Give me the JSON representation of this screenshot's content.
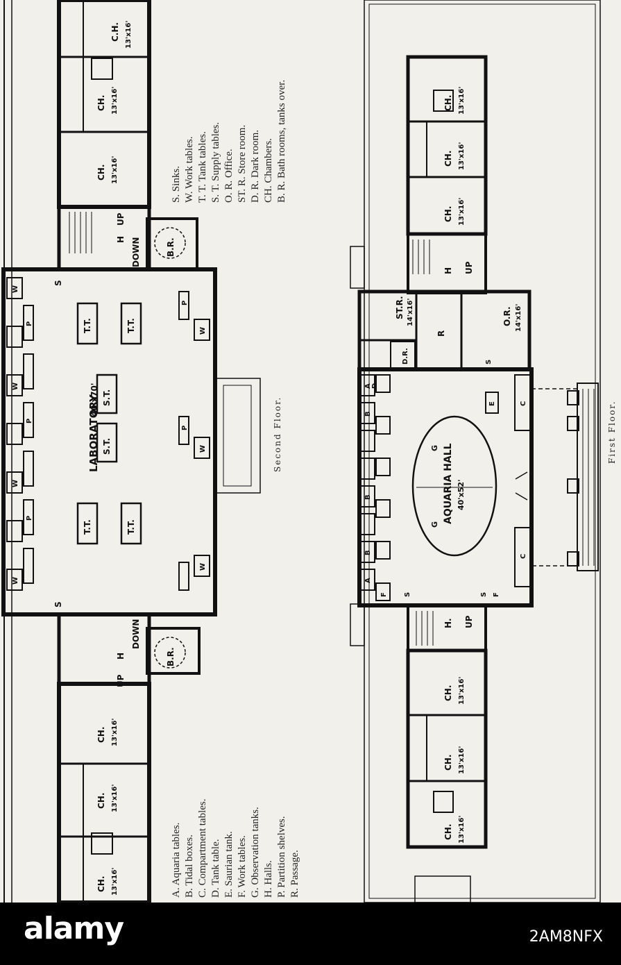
{
  "second_floor": {
    "caption": "Second Floor.",
    "laboratory_label": "LABORATORY",
    "laboratory_size": "40'x70'",
    "chamber_labels": [
      "C.H.",
      "CH.",
      "CH.",
      "CH.",
      "CH.",
      "CH."
    ],
    "chamber_sizes": [
      "13'x16'",
      "13'x16'",
      "13'x16'",
      "13'x16'",
      "13'x16'",
      "13'x16'"
    ],
    "hall_label": "H",
    "up_label": "UP",
    "down_label": "DOWN",
    "bath_label": "B.R.",
    "table_labels": {
      "tank": "T.T.",
      "supply": "S.T.",
      "sink": "S",
      "work": "W",
      "shelf": "P"
    }
  },
  "first_floor": {
    "caption": "First Floor.",
    "aquaria_label": "AQUARIA HALL",
    "aquaria_size": "40'x52'",
    "chamber_labels": [
      "CH.",
      "CH.",
      "CH.",
      "CH.",
      "CH.",
      "CH."
    ],
    "chamber_sizes": [
      "13'x16'",
      "13'x16'",
      "13'x16'",
      "13'x16'",
      "13'x16'",
      "13'x16'"
    ],
    "store_room": "ST.R.",
    "store_room_size": "14'x16'",
    "dark_room": "D.R.",
    "office": "O.R.",
    "office_size": "14'x16'",
    "passage": "R",
    "hall_label": "H",
    "hall_label_2": "H.",
    "up_label": "UP",
    "table_labels": {
      "aquaria": "A",
      "tidal": "B",
      "compartment": "C",
      "tank": "D",
      "saurian": "E",
      "work": "F",
      "observation": "G",
      "sink": "S"
    }
  },
  "legend_left": [
    "A. Aquaria tables.",
    "B. Tidal boxes.",
    "C. Compartment tables.",
    "D. Tank table.",
    "E. Saurian tank.",
    "F. Work tables.",
    "G. Observation tanks.",
    "H. Halls.",
    "P. Partition shelves.",
    "R. Passage."
  ],
  "legend_right": [
    "S. Sinks.",
    "W. Work tables.",
    "T. T. Tank tables.",
    "S. T. Supply tables.",
    "O. R. Office.",
    "ST. R. Store room.",
    "D. R. Dark room.",
    "CH. Chambers.",
    "B. R. Bath rooms, tanks over."
  ],
  "watermark": {
    "brand": "alamy",
    "code": "2AM8NFX"
  }
}
